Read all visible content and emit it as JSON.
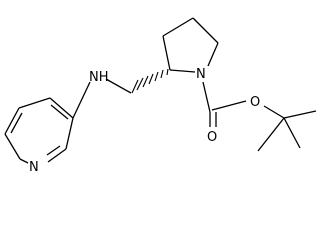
{
  "molecule": {
    "atoms": {
      "pyridine_n": "N",
      "amine": "NH",
      "ring_n": "N",
      "carbonyl_o": "O",
      "ester_o": "O"
    },
    "stereo_bond": "hashed-wedge"
  }
}
